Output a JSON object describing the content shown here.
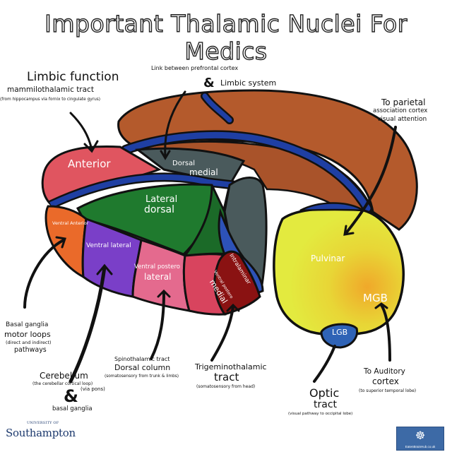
{
  "title": "Important Thalamic Nuclei For Medics",
  "colors": {
    "brown_cortex": "#b45a2c",
    "blue_lamina": "#1f3fa3",
    "anterior": "#e05560",
    "dorsal_medial": "#4a5a5c",
    "lateral_dorsal": "#1f7a2e",
    "ventral_anterior": "#ea6a2a",
    "ventral_lateral": "#7a3fc8",
    "ventral_postero_lateral": "#e46a8e",
    "ventral_postero_medial": "#8a1212",
    "intralaminar": "#2d52b8",
    "pulvinar": "#e6e83a",
    "mgb": "#f0b030",
    "lgb": "#2f63b6",
    "outline": "#111111"
  },
  "nuclei": {
    "anterior": "Anterior",
    "dorsal_medial_1": "Dorsal",
    "dorsal_medial_2": "medial",
    "lateral_dorsal_1": "Lateral",
    "lateral_dorsal_2": "dorsal",
    "ventral_anterior": "Ventral Anterior",
    "ventral_lateral": "Ventral lateral",
    "vpl_1": "Ventral postero",
    "vpl_2": "lateral",
    "vpm_1": "Ventral postero",
    "vpm_2": "medial",
    "intralaminar": "Intralaminar",
    "pulvinar": "Pulvinar",
    "mgb": "MGB",
    "lgb": "LGB"
  },
  "annotations": {
    "limbic": {
      "heading": "Limbic function",
      "sub": "mammilothalamic tract",
      "note": "(from hippocampus via fornix to cingulate gyrus)"
    },
    "prefrontal": {
      "line1": "Link between prefrontal cortex",
      "amp": "&",
      "line2": "Limbic system"
    },
    "parietal": {
      "line1": "To parietal",
      "line2": "association cortex",
      "line3": "visual attention"
    },
    "basal_ganglia": {
      "line1": "Basal ganglia",
      "line2": "motor loops",
      "line3": "(direct and indirect)",
      "line4": "pathways"
    },
    "cerebellum": {
      "line1": "Cerebellum",
      "line2": "(the cerebellar cortical loop)",
      "line3": "(via pons)",
      "amp": "&",
      "line4": "basal ganglia"
    },
    "spinothalamic": {
      "line1": "Spinothalamic tract",
      "line2": "Dorsal column",
      "line3": "(somatosensory from trunk & limbs)"
    },
    "trigeminal": {
      "line1": "Trigeminothalamic",
      "line2": "tract",
      "line3": "(somatosensory from head)"
    },
    "optic": {
      "line1": "Optic",
      "line2": "tract",
      "line3": "(visual pathway to occipital lobe)"
    },
    "auditory": {
      "line1": "To Auditory",
      "line2": "cortex",
      "line3": "(to superior temporal lobe)"
    }
  },
  "logos": {
    "university_small": "UNIVERSITY OF",
    "university": "Southampton",
    "ebm_url": "EatenBrainHub.co.uk"
  }
}
